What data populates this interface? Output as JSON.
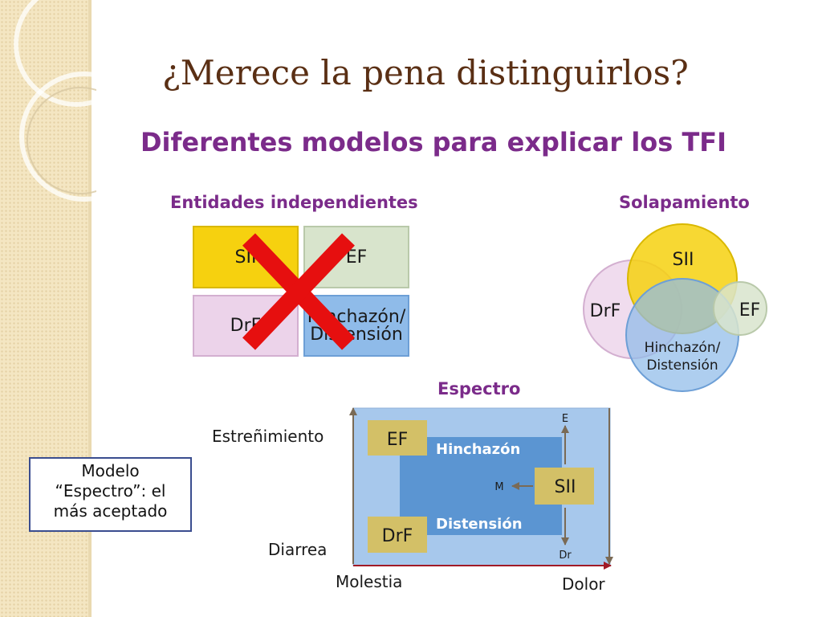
{
  "slide": {
    "title": "¿Merece la pena distinguirlos?",
    "subtitle": "Diferentes modelos para explicar los TFI"
  },
  "independent": {
    "heading": "Entidades independientes",
    "boxes": {
      "sii": "SII",
      "ef": "EF",
      "drf": "DrF",
      "hinchazon": "Hinchazón/",
      "distension": "Distensión"
    },
    "colors": {
      "sii": "#f6d10f",
      "ef": "#d8e4cc",
      "drf": "#ecd3ea",
      "hinchazon": "#8fbbe9",
      "cross": "#e60f0f"
    }
  },
  "overlap": {
    "heading": "Solapamiento",
    "circles": {
      "sii": "SII",
      "drf": "DrF",
      "ef": "EF",
      "hinchazon": "Hinchazón/",
      "distension": "Distensión"
    }
  },
  "spectrum": {
    "heading": "Espectro",
    "boxes": {
      "ef": "EF",
      "drf": "DrF",
      "sii": "SII"
    },
    "inner": {
      "top": "Hinchazón",
      "bottom": "Distensión"
    },
    "arrows": {
      "up": "E",
      "left": "M",
      "down": "Dr"
    },
    "axis": {
      "y_top": "Estreñimiento",
      "y_bottom": "Diarrea",
      "x_left": "Molestia",
      "x_right": "Dolor"
    }
  },
  "callout": {
    "line1": "Modelo",
    "line2": "“Espectro”: el",
    "line3": "más aceptado"
  }
}
